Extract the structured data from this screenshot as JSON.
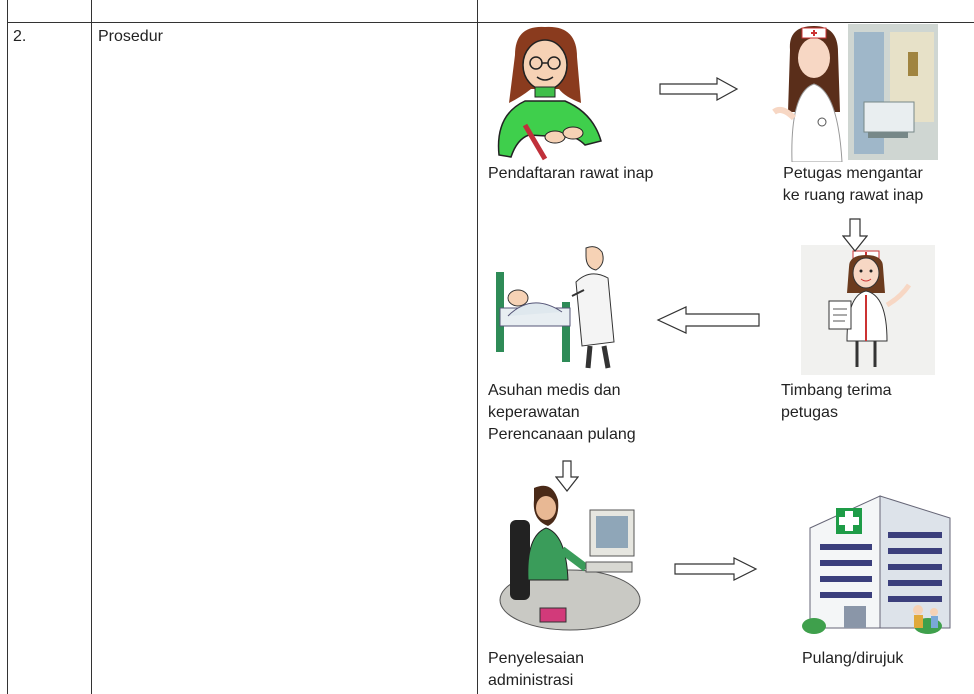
{
  "row": {
    "number": "2.",
    "title": "Prosedur"
  },
  "steps": {
    "registration": "Pendaftaran rawat inap",
    "escort": "Petugas mengantar\nke ruang rawat inap",
    "handover": "Timbang terima\n petugas",
    "care": "Asuhan medis dan\nkeperawatan\nPerencanaan pulang",
    "administration": "Penyelesaian\nadministrasi",
    "discharge": "Pulang/dirujuk"
  }
}
